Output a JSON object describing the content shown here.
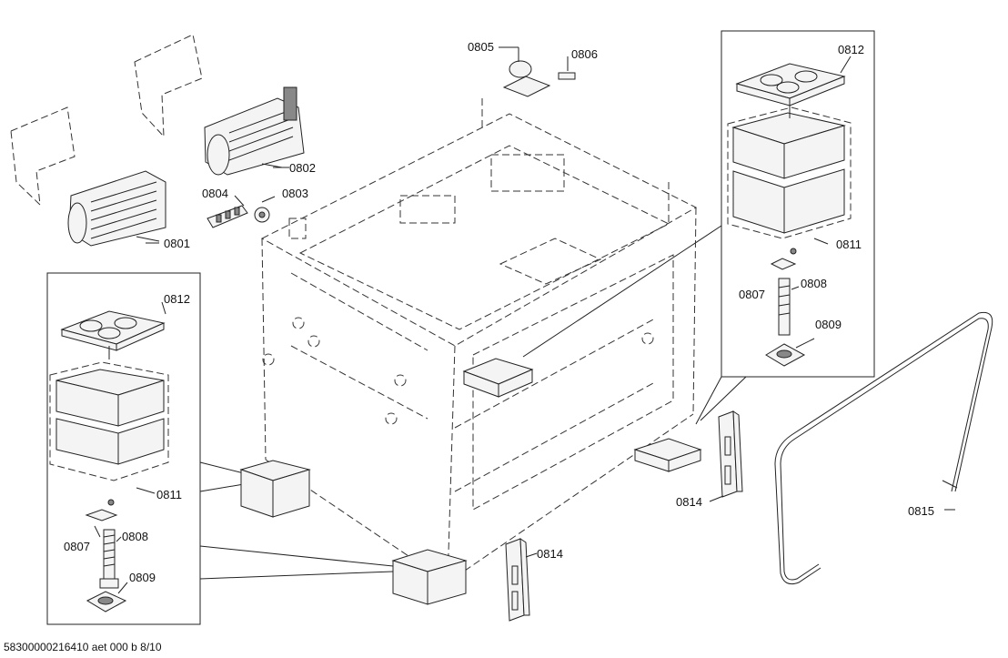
{
  "callouts": {
    "c0801": "0801",
    "c0802": "0802",
    "c0803": "0803",
    "c0804": "0804",
    "c0805": "0805",
    "c0806": "0806",
    "c0807_left": "0807",
    "c0807_right": "0807",
    "c0808_left": "0808",
    "c0808_right": "0808",
    "c0809_left": "0809",
    "c0809_right": "0809",
    "c0811_left": "0811",
    "c0811_right": "0811",
    "c0812_left": "0812",
    "c0812_right": "0812",
    "c0814_left": "0814",
    "c0814_right": "0814",
    "c0815": "0815"
  },
  "footer_text": "58300000216410 aet 000 b 8/10"
}
